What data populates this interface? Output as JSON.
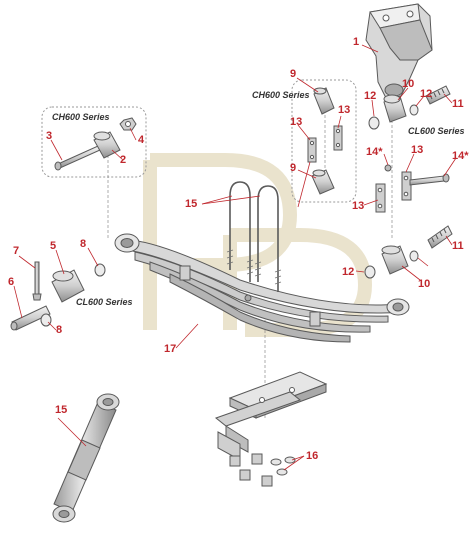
{
  "colors": {
    "callout": "#c0272d",
    "leader": "#c0272d",
    "part_stroke": "#5a5a5a",
    "part_fill": "#d8d8d8",
    "part_shade": "#a9a9a9",
    "group_box": "#9a9a9a",
    "watermark": "#e8e0c8"
  },
  "watermark": "monogram-logo",
  "series_labels": {
    "ch600_left": "CH600 Series",
    "ch600_mid": "CH600 Series",
    "cl600_left": "CL600 Series",
    "cl600_right": "CL600 Series"
  },
  "callouts": {
    "c1": "1",
    "c2": "2",
    "c3": "3",
    "c4": "4",
    "c5": "5",
    "c6": "6",
    "c7": "7",
    "c8a": "8",
    "c8b": "8",
    "c9a": "9",
    "c9b": "9",
    "c10a": "10",
    "c10b": "10",
    "c11a": "11",
    "c11b": "11",
    "c12a": "12",
    "c12b": "12",
    "c12c": "12",
    "c13a": "13",
    "c13b": "13",
    "c13c": "13",
    "c13d": "13",
    "c14a": "14*",
    "c14b": "14*",
    "c15a": "15",
    "c15b": "15",
    "c16": "16",
    "c17": "17"
  }
}
